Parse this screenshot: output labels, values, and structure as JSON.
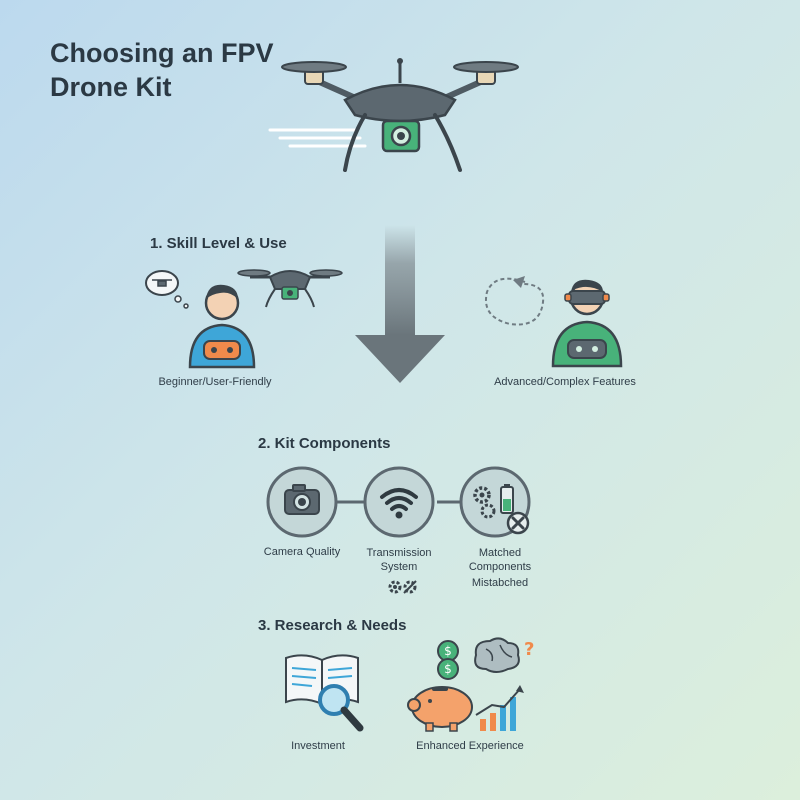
{
  "title": "Choosing an FPV Drone Kit",
  "sections": [
    {
      "heading": "1. Skill Level & Use",
      "items": [
        {
          "label": "Beginner/User-Friendly",
          "icon": "beginner-pilot-icon"
        },
        {
          "label": "Advanced/Complex Features",
          "icon": "fpv-goggles-pilot-icon"
        }
      ]
    },
    {
      "heading": "2. Kit Components",
      "items": [
        {
          "label": "Camera Quality",
          "icon": "camera-icon"
        },
        {
          "label": "Transmission System",
          "icon": "wifi-icon"
        },
        {
          "label": "Matched Components",
          "icon": "gears-battery-icon"
        }
      ],
      "note": "Mistabched"
    },
    {
      "heading": "3. Research & Needs",
      "items": [
        {
          "label": "Investment",
          "icon": "book-magnifier-icon"
        },
        {
          "label": "Enhanced Experience",
          "icon": "piggy-bank-brain-icon"
        }
      ]
    }
  ],
  "colors": {
    "slate": "#5c6870",
    "green": "#3fae74",
    "orange": "#f08a4b",
    "blue": "#3ea6d8",
    "background_start": "#bcd9ee",
    "background_end": "#dcefdc"
  }
}
